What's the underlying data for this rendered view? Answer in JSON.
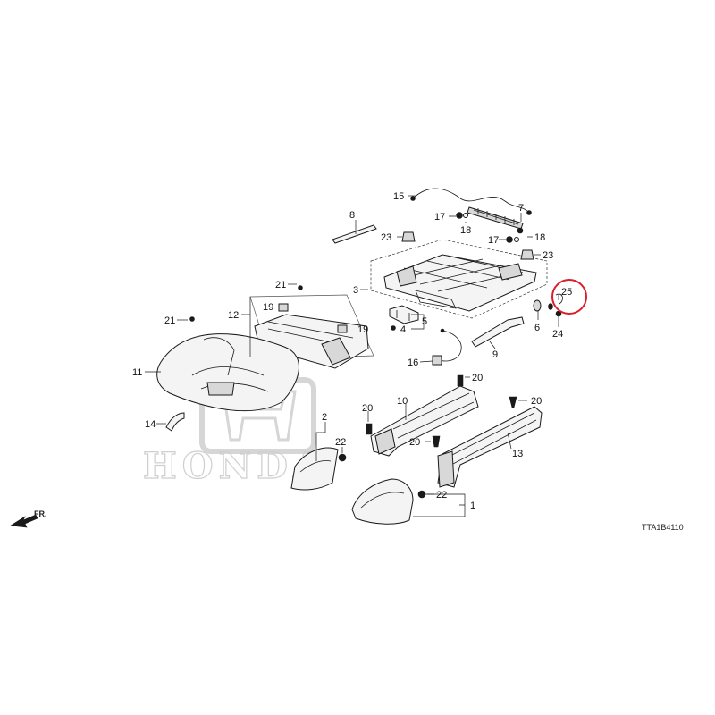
{
  "diagram": {
    "code": "TTA1B4110",
    "direction_label": "FR.",
    "watermark": "HONDA",
    "highlight_color": "#d9202a",
    "highlighted_part": "25",
    "callouts": [
      "1",
      "2",
      "3",
      "4",
      "5",
      "6",
      "7",
      "8",
      "9",
      "10",
      "11",
      "12",
      "13",
      "14",
      "15",
      "16",
      "17",
      "18",
      "19",
      "20",
      "21",
      "22",
      "23",
      "24",
      "25"
    ]
  }
}
